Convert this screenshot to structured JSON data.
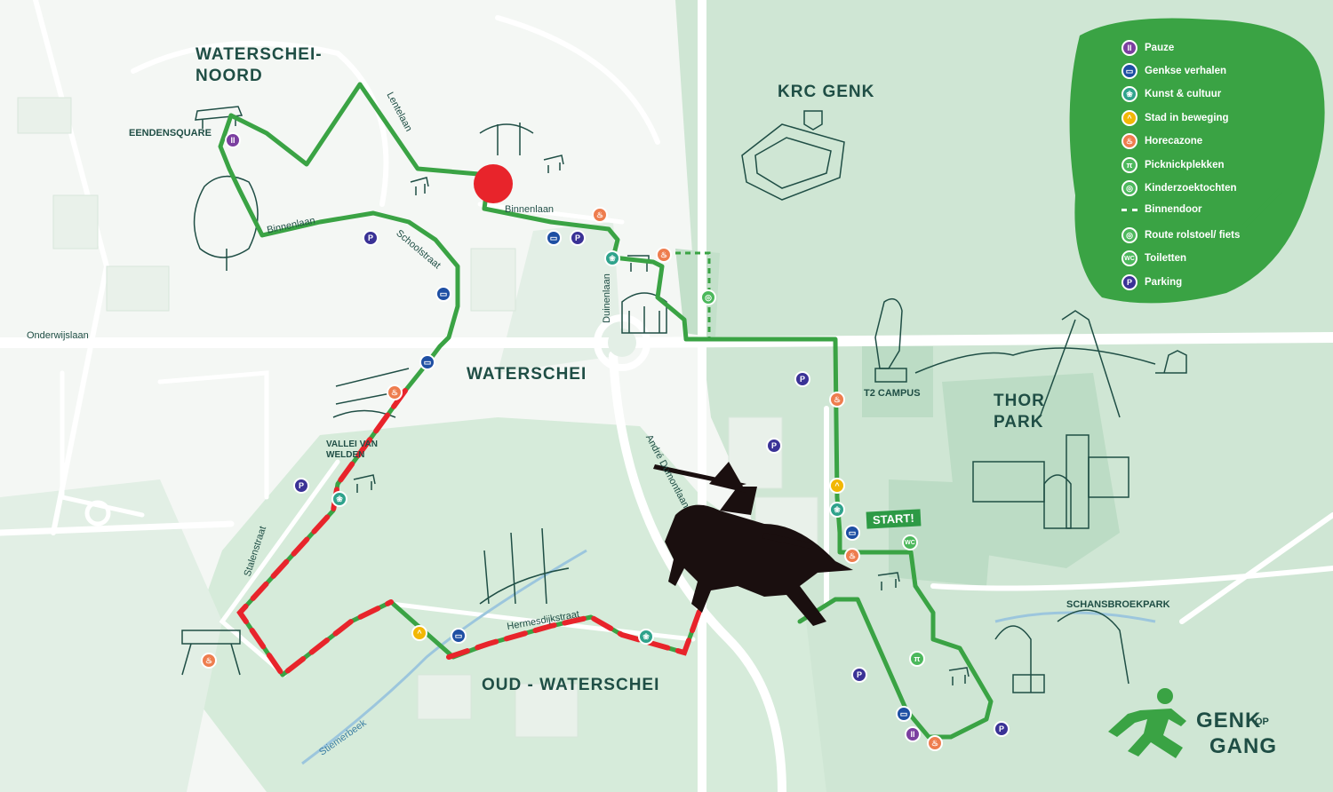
{
  "areas": {
    "waterschei_noord": "WATERSCHEI-\nNOORD",
    "waterschei": "WATERSCHEI",
    "oud_waterschei": "OUD - WATERSCHEI",
    "krc_genk": "KRC GENK",
    "thor_park": "THOR\nPARK"
  },
  "places": {
    "eendensquare": "EENDENSQUARE",
    "t2_campus": "T2 CAMPUS",
    "vallei_van_de_welden": "VALLEI VAN\nWELDEN",
    "schansbroekpark": "SCHANSBROEKPARK",
    "start": "START!"
  },
  "streets": {
    "onderwijslaan": "Onderwijslaan",
    "binnenlaan_west": "Binnenlaan",
    "binnenlaan_east": "Binnenlaan",
    "lentelaan": "Lentelaan",
    "schoolstraat": "Schoolstraat",
    "duinenlaan": "Duinenlaan",
    "andre_dumontlaan": "André Dumontlaan",
    "stalenstraat": "Stalenstraat",
    "hermesdijkstraat": "Hermesdijkstraat",
    "stiemerbeek": "Stiemerbeek"
  },
  "legend": {
    "items": [
      {
        "label": "Pauze",
        "icon": "pause-icon",
        "color": "#7b3fa0",
        "glyph": "II"
      },
      {
        "label": "Genkse verhalen",
        "icon": "book-icon",
        "color": "#1e4fa3",
        "glyph": "▭"
      },
      {
        "label": "Kunst & cultuur",
        "icon": "art-icon",
        "color": "#2fa38c",
        "glyph": "❀"
      },
      {
        "label": "Stad in beweging",
        "icon": "movement-icon",
        "color": "#f2b705",
        "glyph": "^"
      },
      {
        "label": "Horecazone",
        "icon": "horeca-icon",
        "color": "#ee7d4e",
        "glyph": "♨"
      },
      {
        "label": "Picknickplekken",
        "icon": "picnic-icon",
        "color": "#4cb85c",
        "glyph": "π"
      },
      {
        "label": "Kinderzoektochten",
        "icon": "magnifier-icon",
        "color": "#4cb85c",
        "glyph": "◎"
      },
      {
        "label": "Binnendoor",
        "icon": "dashed-line-icon",
        "color": "#ffffff",
        "glyph": ""
      },
      {
        "label": "Route rolstoel/ fiets",
        "icon": "wheelchair-icon",
        "color": "#4cb85c",
        "glyph": "◎"
      },
      {
        "label": "Toiletten",
        "icon": "wc-icon",
        "color": "#4cb85c",
        "glyph": "WC"
      },
      {
        "label": "Parking",
        "icon": "parking-icon",
        "color": "#3a3296",
        "glyph": "P"
      }
    ]
  },
  "poi_glyphs": {
    "parking": "P",
    "pause": "II",
    "book": "▭",
    "art": "❀",
    "horeca": "♨",
    "movement": "^",
    "wc": "WC",
    "wheel": "◎",
    "picnic": "π"
  },
  "colors": {
    "route": "#3aa344",
    "binnendoor": "#e8242b",
    "marker": "#e8242b",
    "legend_bg": "#3aa344",
    "label": "#1f4e45",
    "parking": "#3a3296",
    "pause": "#7b3fa0",
    "book": "#1e4fa3",
    "art": "#2fa38c",
    "horeca": "#ee7d4e",
    "movement": "#f2b705"
  },
  "logo": {
    "word1": "GENK",
    "word2": "OP",
    "word3": "GANG"
  }
}
